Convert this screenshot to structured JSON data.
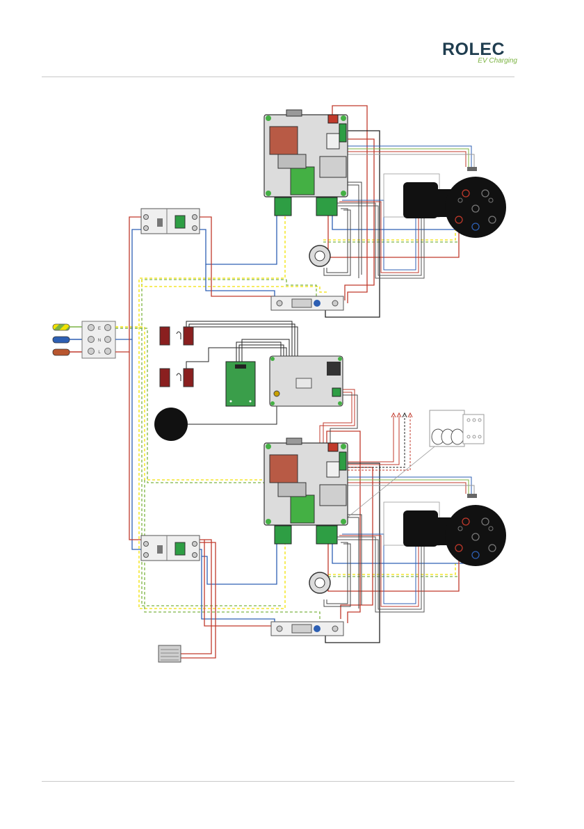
{
  "brand": {
    "name": "ROLEC",
    "tagline": "EV Charging",
    "colors": {
      "primary": "#1f3d4f",
      "accent": "#7cb343"
    }
  },
  "terminal_block": {
    "labels": [
      "E",
      "N",
      "L"
    ]
  },
  "wire_colors": {
    "earth": "#f2e100",
    "earth_stripe": "#7cb343",
    "neutral": "#2d5fb3",
    "live": "#c0392b",
    "signal": "#222222",
    "pcb": "#d6d6d6",
    "pcb_terminal": "#2e9e44",
    "relay": "#b85a45"
  },
  "icons": [
    "charger-pcb-icon",
    "rcbo-breaker-icon",
    "energy-meter-icon",
    "type2-socket-icon",
    "current-transformer-icon",
    "door-switch-icon",
    "rfid-reader-icon",
    "controller-board-icon",
    "speaker-icon",
    "terminal-block-icon",
    "junction-box-icon",
    "heater-icon"
  ]
}
